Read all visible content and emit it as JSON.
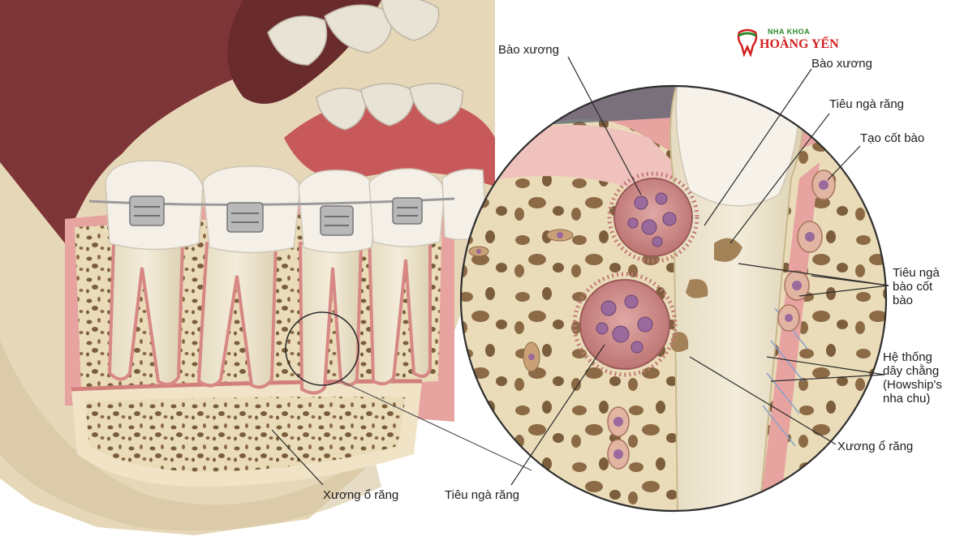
{
  "labels": {
    "bao_xuong_left": "Bào xương",
    "bao_xuong_top": "Bào xương",
    "tieu_nga_rang_top": "Tiêu ngà răng",
    "tao_cot_bao": "Tạo cốt bào",
    "tieu_nga_bao_cot_bao": "Tiêu ngà\nbào cốt\nbào",
    "he_thong": "Hệ thống\ndây chằng\n(Howship's\nnha chu)",
    "xuong_o_rang_right": "Xương ổ răng",
    "tieu_nga_rang_bottom": "Tiêu ngà răng",
    "xuong_o_rang_left": "Xương ổ răng"
  },
  "logo": {
    "top_text": "NHA KHOA",
    "main_text": "HOÀNG YẾN"
  },
  "colors": {
    "bone": "#eadcb9",
    "gum": "#e7a3a0",
    "mouth": "#7e3537",
    "tooth": "#f1ece2",
    "cell": "#c88c8a",
    "nucleus": "#9a6a9c"
  }
}
